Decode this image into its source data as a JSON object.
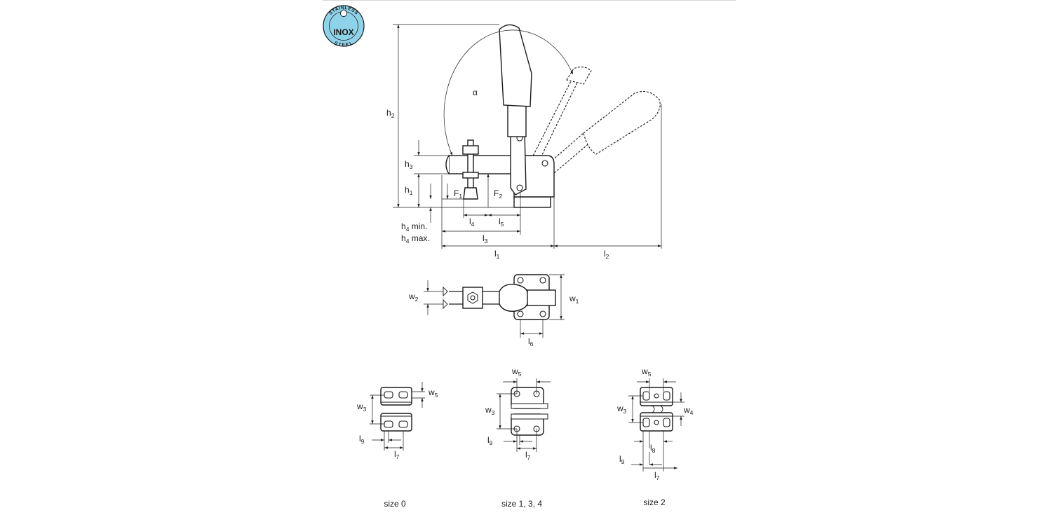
{
  "badge": {
    "top_text": "STAINLESS",
    "center_text": "INOX",
    "bottom_text": "STEEL",
    "fill_color": "#8fd3ea",
    "ring_color": "#1a1a1a"
  },
  "side_view": {
    "angle": "α",
    "h2": {
      "base": "h",
      "sub": "2"
    },
    "h3": {
      "base": "h",
      "sub": "3"
    },
    "h1": {
      "base": "h",
      "sub": "1"
    },
    "h4min": {
      "base": "h",
      "sub": "4",
      "suffix": " min."
    },
    "h4max": {
      "base": "h",
      "sub": "4",
      "suffix": " max."
    },
    "F1": {
      "base": "F",
      "sub": "1"
    },
    "F2": {
      "base": "F",
      "sub": "2"
    },
    "l4": {
      "base": "l",
      "sub": "4"
    },
    "l5": {
      "base": "l",
      "sub": "5"
    },
    "l3": {
      "base": "l",
      "sub": "3"
    },
    "l1": {
      "base": "l",
      "sub": "1"
    },
    "l2": {
      "base": "l",
      "sub": "2"
    }
  },
  "top_view": {
    "w1": {
      "base": "w",
      "sub": "1"
    },
    "w2": {
      "base": "w",
      "sub": "2"
    },
    "l6": {
      "base": "l",
      "sub": "6"
    }
  },
  "size0": {
    "caption": "size 0",
    "w3": {
      "base": "w",
      "sub": "3"
    },
    "w5": {
      "base": "w",
      "sub": "5"
    },
    "l9": {
      "base": "l",
      "sub": "9"
    },
    "l7": {
      "base": "l",
      "sub": "7"
    }
  },
  "size134": {
    "caption": "size 1, 3, 4",
    "w5": {
      "base": "w",
      "sub": "5"
    },
    "w3": {
      "base": "w",
      "sub": "3"
    },
    "l9": {
      "base": "l",
      "sub": "9"
    },
    "l7": {
      "base": "l",
      "sub": "7"
    }
  },
  "size2": {
    "caption": "size 2",
    "w5": {
      "base": "w",
      "sub": "5"
    },
    "w3": {
      "base": "w",
      "sub": "3"
    },
    "w4": {
      "base": "w",
      "sub": "4"
    },
    "l8": {
      "base": "l",
      "sub": "8"
    },
    "l9": {
      "base": "l",
      "sub": "9"
    },
    "l7": {
      "base": "l",
      "sub": "7"
    }
  }
}
